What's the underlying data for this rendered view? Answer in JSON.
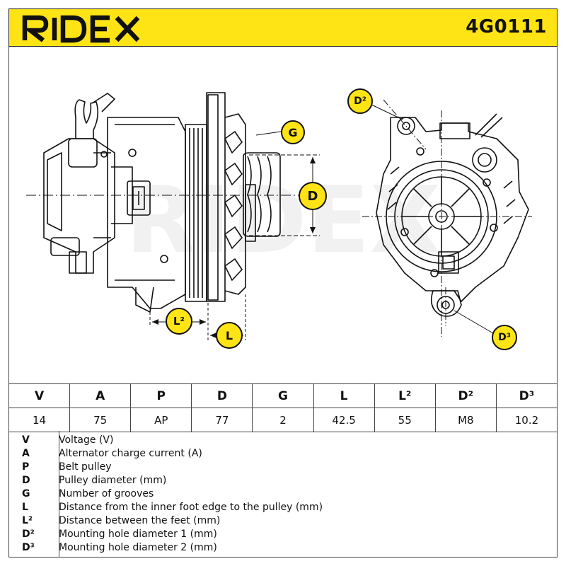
{
  "header": {
    "brand": "RIDEX",
    "part_number": "4G0111",
    "brand_color": "#ffe415"
  },
  "drawing": {
    "callouts": [
      "G",
      "D",
      "L²",
      "L",
      "D²",
      "D³"
    ],
    "watermark": "RIDEX"
  },
  "specs": {
    "columns": [
      "V",
      "A",
      "P",
      "D",
      "G",
      "L",
      "L²",
      "D²",
      "D³"
    ],
    "values": [
      "14",
      "75",
      "AP",
      "77",
      "2",
      "42.5",
      "55",
      "M8",
      "10.2"
    ]
  },
  "legend": [
    {
      "key": "V",
      "text": "Voltage (V)"
    },
    {
      "key": "A",
      "text": "Alternator charge current (A)"
    },
    {
      "key": "P",
      "text": "Belt pulley"
    },
    {
      "key": "D",
      "text": "Pulley diameter (mm)"
    },
    {
      "key": "G",
      "text": "Number of grooves"
    },
    {
      "key": "L",
      "text": "Distance from the inner foot edge to the pulley (mm)"
    },
    {
      "key": "L²",
      "text": "Distance between the feet (mm)"
    },
    {
      "key": "D²",
      "text": "Mounting hole diameter 1 (mm)"
    },
    {
      "key": "D³",
      "text": "Mounting hole diameter 2 (mm)"
    }
  ]
}
